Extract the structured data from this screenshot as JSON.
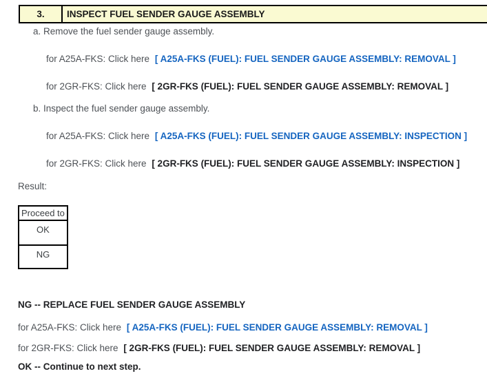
{
  "colors": {
    "link_blue": "#1565c0",
    "header_bg": "#fafad2",
    "bold_text": "#202124",
    "regular_text": "#4d5156"
  },
  "step": {
    "number": "3.",
    "title": "INSPECT FUEL SENDER GAUGE ASSEMBLY",
    "substep_a": {
      "label": "a.",
      "text": "Remove the fuel sender gauge assembly.",
      "proc_a25a": {
        "prefix": "for A25A-FKS: Click here",
        "link": "[ A25A-FKS (FUEL): FUEL SENDER GAUGE ASSEMBLY: REMOVAL ]"
      },
      "proc_2gr": {
        "prefix": "for 2GR-FKS: Click here",
        "link": "[ 2GR-FKS (FUEL): FUEL SENDER GAUGE ASSEMBLY: REMOVAL ]"
      }
    },
    "substep_b": {
      "label": "b.",
      "text": "Inspect the fuel sender gauge assembly.",
      "proc_a25a": {
        "prefix": "for A25A-FKS: Click here",
        "link": "[ A25A-FKS (FUEL): FUEL SENDER GAUGE ASSEMBLY: INSPECTION ]"
      },
      "proc_2gr": {
        "prefix": "for 2GR-FKS: Click here",
        "link": "[ 2GR-FKS (FUEL): FUEL SENDER GAUGE ASSEMBLY: INSPECTION ]"
      }
    }
  },
  "result": {
    "label": "Result:",
    "table": {
      "header": "Proceed to",
      "rows": [
        "OK",
        "NG"
      ]
    }
  },
  "outcomes": {
    "ng_heading": "NG -- REPLACE FUEL SENDER GAUGE ASSEMBLY",
    "ng_proc_a25a": {
      "prefix": "for A25A-FKS: Click here",
      "link": "[ A25A-FKS (FUEL): FUEL SENDER GAUGE ASSEMBLY: REMOVAL ]"
    },
    "ng_proc_2gr": {
      "prefix": "for 2GR-FKS: Click here",
      "link": "[ 2GR-FKS (FUEL): FUEL SENDER GAUGE ASSEMBLY: REMOVAL ]"
    },
    "ok_heading": "OK -- Continue to next step."
  }
}
